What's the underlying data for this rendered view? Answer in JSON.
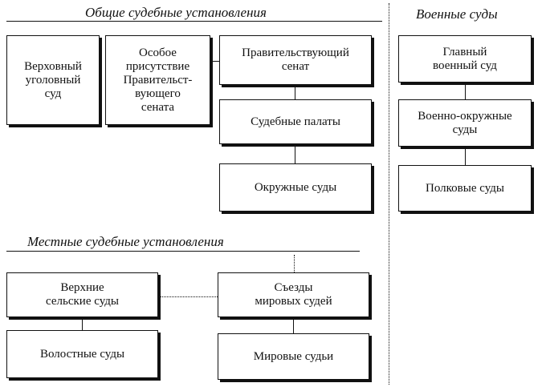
{
  "sections": {
    "general": "Общие судебные установления",
    "military": "Военные суды",
    "local": "Местные судебные установления"
  },
  "boxes": {
    "supreme_criminal": "Верховный\nуголовный\nсуд",
    "special_presence": "Особое\nприсутствие\nПравительст-\nвующего\nсената",
    "senate": "Правительствующий\nсенат",
    "judicial_chambers": "Судебные палаты",
    "district_courts": "Окружные суды",
    "main_military": "Главный\nвоенный суд",
    "military_district": "Военно-окружные\nсуды",
    "regimental": "Полковые суды",
    "upper_rural": "Верхние\nсельские суды",
    "volost": "Волостные суды",
    "congress_justices": "Съезды\nмировых судей",
    "justices_peace": "Мировые судьи"
  }
}
